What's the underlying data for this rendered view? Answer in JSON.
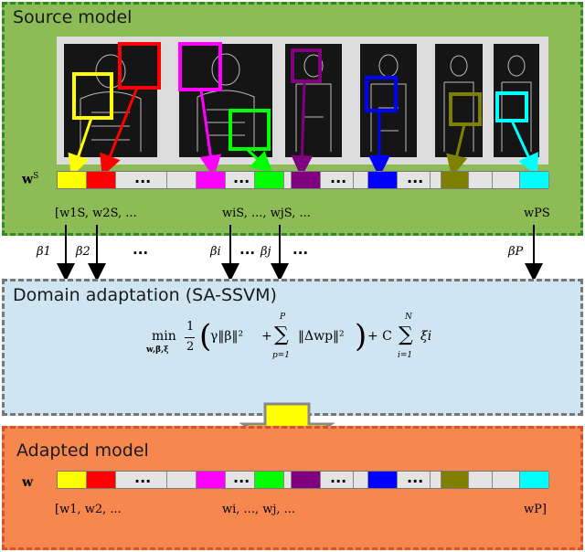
{
  "panels": {
    "source": {
      "title": "Source model",
      "vector_label": "w",
      "vector_sup": "S"
    },
    "domain": {
      "title": "Domain adaptation (SA-SSVM)"
    },
    "adapted": {
      "title": "Adapted model",
      "vector_label": "w"
    }
  },
  "cell_colors": [
    "#ffff00",
    "#ff0000",
    "#ff00ff",
    "#00ff00",
    "#800080",
    "#0000ff",
    "#808000",
    "#00ffff"
  ],
  "ellipsis": "...",
  "source_labels": {
    "left": "[w1S, w2S, ...",
    "middle": "wiS, ..., wjS, ...",
    "right": "wPS"
  },
  "betas": [
    "β1",
    "β2",
    "...",
    "βi",
    "...",
    "βj",
    "...",
    "βP"
  ],
  "formula": {
    "min": "min",
    "min_sub": "w,β,ξ",
    "half_num": "1",
    "half_den": "2",
    "gamma_term": "γ‖β‖²",
    "plus": "+",
    "sum_top": "P",
    "sum_bottom": "p=1",
    "delta_term": "‖Δwp‖²",
    "c_term": "+ C",
    "sum2_top": "N",
    "sum2_bottom": "i=1",
    "xi": "ξi"
  },
  "adapted_labels": {
    "left": "[w1, w2, ...",
    "middle": "wi, ..., wj, ...",
    "right": "wP]"
  }
}
